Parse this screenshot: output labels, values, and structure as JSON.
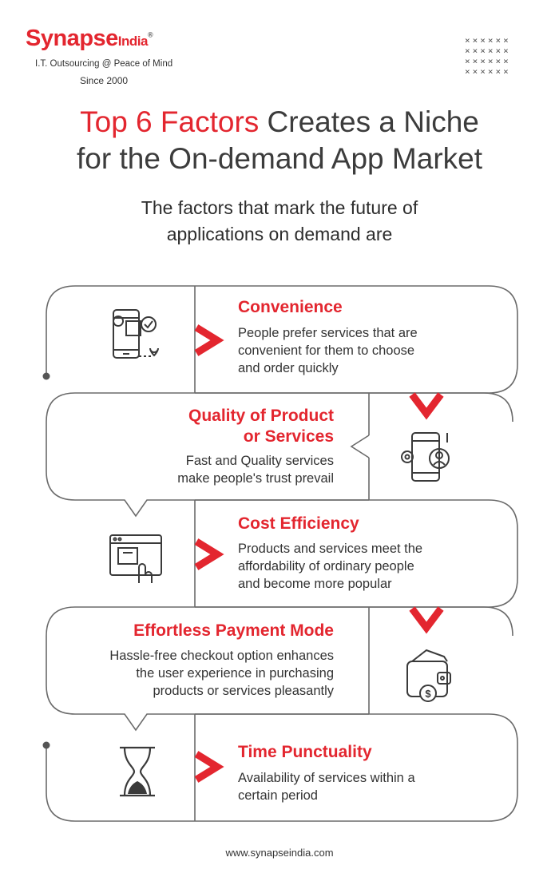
{
  "brand": {
    "name_main": "Synapse",
    "name_suffix": "India",
    "registered_mark": "®",
    "tagline": "I.T. Outsourcing @ Peace of Mind",
    "since": "Since 2000"
  },
  "headline": {
    "highlight": "Top 6 Factors",
    "rest_line1": " Creates a Niche",
    "line2": "for the On-demand App Market"
  },
  "subtitle": {
    "line1": "The factors that mark the future of",
    "line2": "applications on demand are"
  },
  "factors": [
    {
      "title": "Convenience",
      "desc_lines": [
        "People prefer services that are",
        "convenient for them to choose",
        "and order quickly"
      ],
      "icon": "mobile-location-icon"
    },
    {
      "title_lines": [
        "Quality of Product",
        "or Services"
      ],
      "desc_lines": [
        "Fast and Quality services",
        "make people's trust prevail"
      ],
      "icon": "mobile-user-settings-icon"
    },
    {
      "title": "Cost Efficiency",
      "desc_lines": [
        "Products and services meet the",
        "affordability of ordinary people",
        "and become more popular"
      ],
      "icon": "browser-click-icon"
    },
    {
      "title": "Effortless Payment Mode",
      "desc_lines": [
        "Hassle-free checkout option enhances",
        "the user experience in purchasing",
        "products or services pleasantly"
      ],
      "icon": "wallet-icon"
    },
    {
      "title": "Time Punctuality",
      "desc_lines": [
        "Availability of services within a",
        "certain period"
      ],
      "icon": "hourglass-icon"
    }
  ],
  "footer": {
    "url": "www.synapseindia.com"
  },
  "colors": {
    "accent": "#e3262f",
    "text": "#3a3a3a",
    "outline": "#6b6b6b"
  }
}
